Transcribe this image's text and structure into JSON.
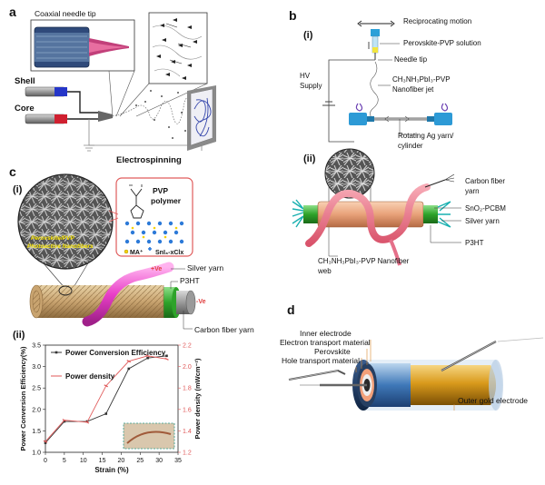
{
  "panels": {
    "a": {
      "label": "a",
      "coaxial_needle_tip": "Coaxial needle tip",
      "shell": "Shell",
      "core": "Core",
      "electrospinning": "Electrospinning"
    },
    "b": {
      "label": "b",
      "sub_i": "(i)",
      "sub_ii": "(ii)",
      "reciprocating_motion": "Reciprocating motion",
      "perovskite_pvp_solution": "Perovskite-PVP solution",
      "needle_tip": "Needle tip",
      "hv_supply_line1": "HV",
      "hv_supply_line2": "Supply",
      "jet_line1": "CH₃NH₃PbI₃-PVP",
      "jet_line2": "Nanofiber jet",
      "rotating_line1": "Rotating Ag yarn/",
      "rotating_line2": "cylinder",
      "carbon_fiber_line1": "Carbon fiber",
      "carbon_fiber_line2": "yarn",
      "sno2_pcbm": "SnO₂-PCBM",
      "silver_yarn": "Silver yarn",
      "p3ht": "P3HT",
      "web_line1": "CH₃NH₃PbI₃-PVP Nanofiber",
      "web_line2": "web"
    },
    "c": {
      "label": "c",
      "sub_i": "(i)",
      "sub_ii": "(ii)",
      "pvp_line1": "PVP",
      "pvp_line2": "polymer",
      "ma": "MA⁺",
      "sni": "SnI₃-xClx",
      "nanofiber_line1": "Perovskite/PVP",
      "nanofiber_line2": "Photoactive Nanofibers",
      "plus_ve": "+Ve",
      "minus_ve": "-Ve",
      "silver_yarn": "Silver yarn",
      "p3ht": "P3HT",
      "carbon_fiber_yarn": "Carbon fiber yarn"
    },
    "d": {
      "label": "d",
      "inner_electrode": "Inner electrode",
      "electron_transport": "Electron transport material",
      "perovskite": "Perovskite",
      "hole_transport": "Hole transport material",
      "outer_gold": "Outer gold electrode"
    }
  },
  "chart_data": {
    "type": "line",
    "xlabel": "Strain (%)",
    "ylabel": "Power Conversion Efficiency(%)",
    "ylabel_right": "Power density (mWcm⁻²)",
    "xlim": [
      0,
      35
    ],
    "ylim": [
      1.0,
      3.5
    ],
    "ylim_right": [
      1.2,
      2.2
    ],
    "x_ticks": [
      "0",
      "5",
      "10",
      "15",
      "20",
      "25",
      "30",
      "35"
    ],
    "y_ticks": [
      "1.0",
      "1.5",
      "2.0",
      "2.5",
      "3.0",
      "3.5"
    ],
    "y_ticks_right": [
      "1.2",
      "1.4",
      "1.6",
      "1.8",
      "2.0",
      "2.2"
    ],
    "legend_position": "top-left",
    "x": [
      0,
      5,
      11,
      16,
      22,
      27,
      32
    ],
    "series": [
      {
        "name": "Power Conversion Efficiency",
        "axis": "left",
        "color": "#333333",
        "values": [
          1.22,
          1.72,
          1.72,
          1.9,
          2.95,
          3.2,
          3.25
        ]
      },
      {
        "name": "Power density",
        "axis": "right",
        "color": "#e05a5a",
        "values": [
          1.3,
          1.5,
          1.48,
          1.82,
          2.05,
          2.1,
          2.07
        ]
      }
    ]
  }
}
